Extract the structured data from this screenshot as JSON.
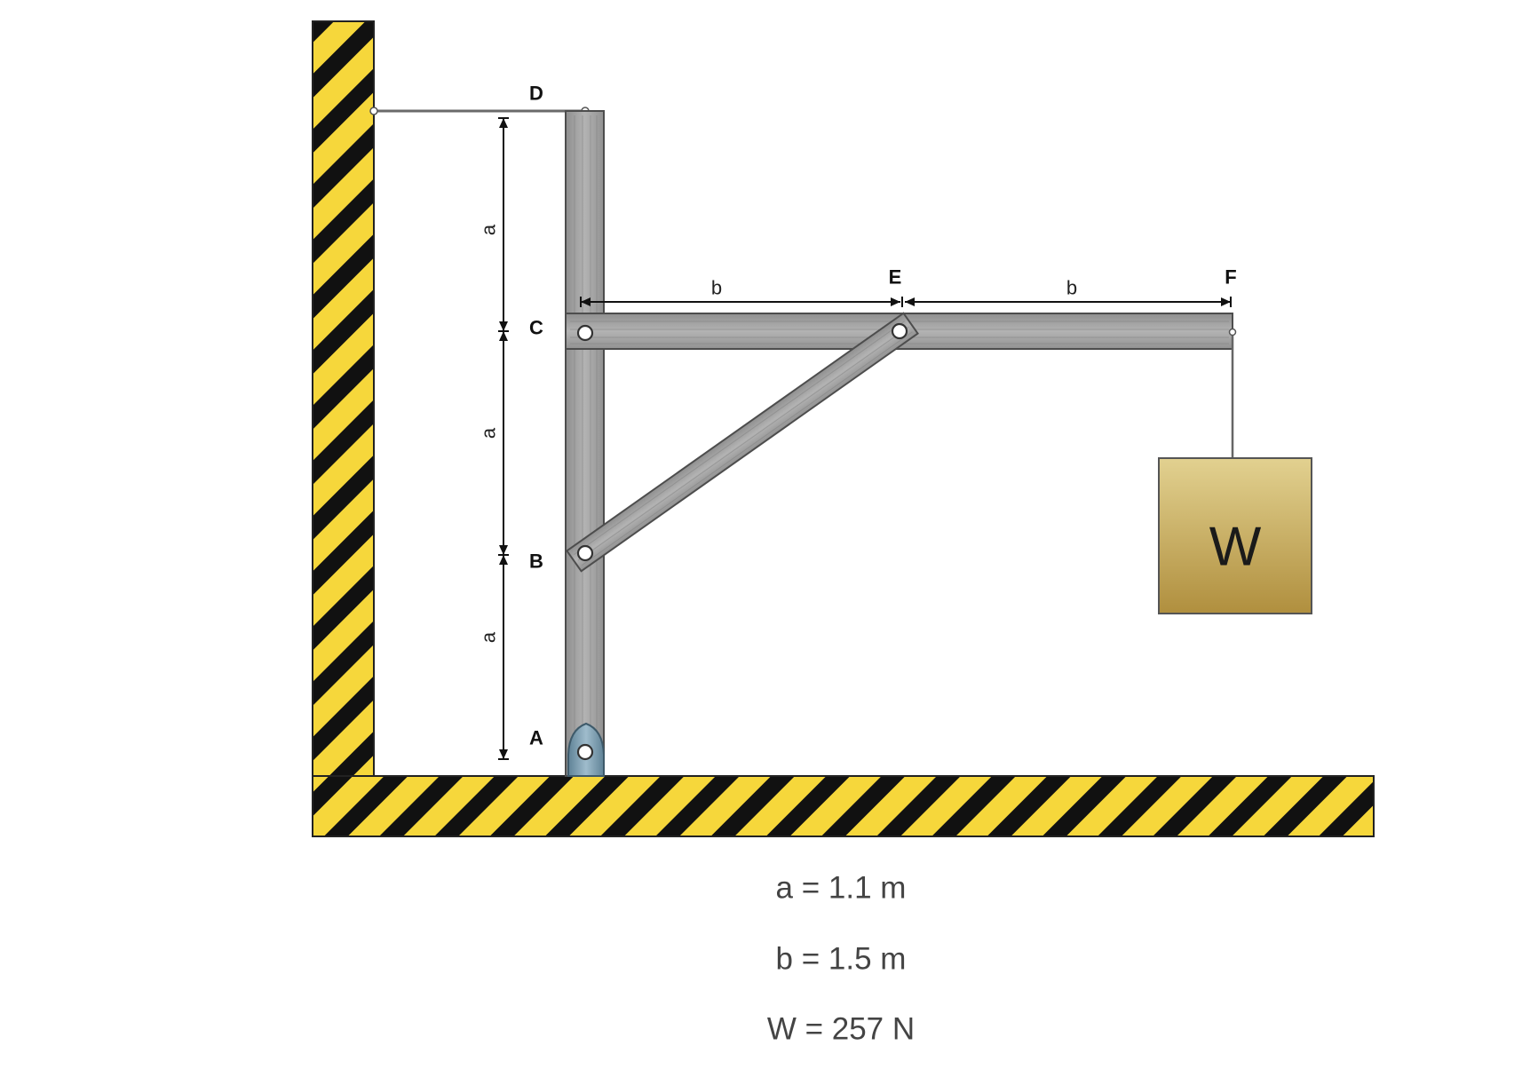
{
  "points": {
    "D": "D",
    "C": "C",
    "B": "B",
    "A": "A",
    "E": "E",
    "F": "F"
  },
  "dimensions": {
    "a_labels": [
      "a",
      "a",
      "a"
    ],
    "b_labels": [
      "b",
      "b"
    ]
  },
  "weight_label": "W",
  "given": [
    "a = 1.1 m",
    "b = 1.5 m",
    "W = 257 N"
  ],
  "colors": {
    "hazard_yellow": "#f6d73b",
    "hazard_black": "#111111",
    "wood": "#a4a4a4",
    "weight_box": "#c2a352",
    "support": "#7fa0b4"
  }
}
